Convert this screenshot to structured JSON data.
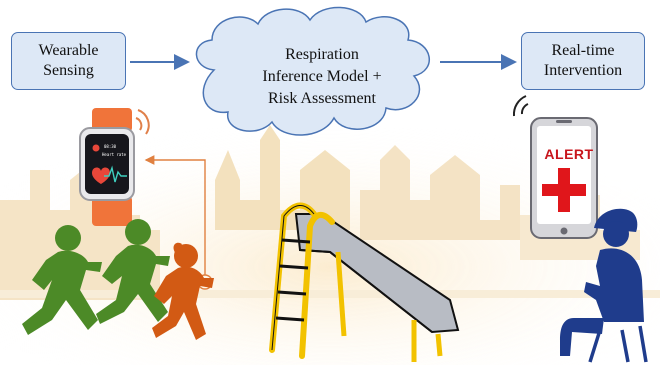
{
  "boxes": {
    "wearable": "Wearable\nSensing",
    "model": "Respiration\nInference  Model +\nRisk Assessment",
    "intervention": "Real-time\nIntervention"
  },
  "phone": {
    "alert": "ALERT"
  },
  "watch": {
    "time": "08:30",
    "label": "Heart rate"
  },
  "colors": {
    "box_fill": "#dde8f6",
    "box_border": "#4a74b4",
    "arrow": "#4a74b4",
    "cloud_fill": "#dde8f6",
    "kids_green": "#4c8a27",
    "kid_orange": "#d25a14",
    "adult_blue": "#1f3c8c",
    "alert_red": "#e0161b",
    "slide_yellow": "#f2c200",
    "skyline": "#f3dcb4"
  },
  "icons": [
    "smartwatch-icon",
    "smartphone-icon",
    "wireless-signal-icon",
    "medical-cross-icon",
    "slide-icon",
    "running-child-icon",
    "seated-adult-icon",
    "cloud-icon"
  ]
}
